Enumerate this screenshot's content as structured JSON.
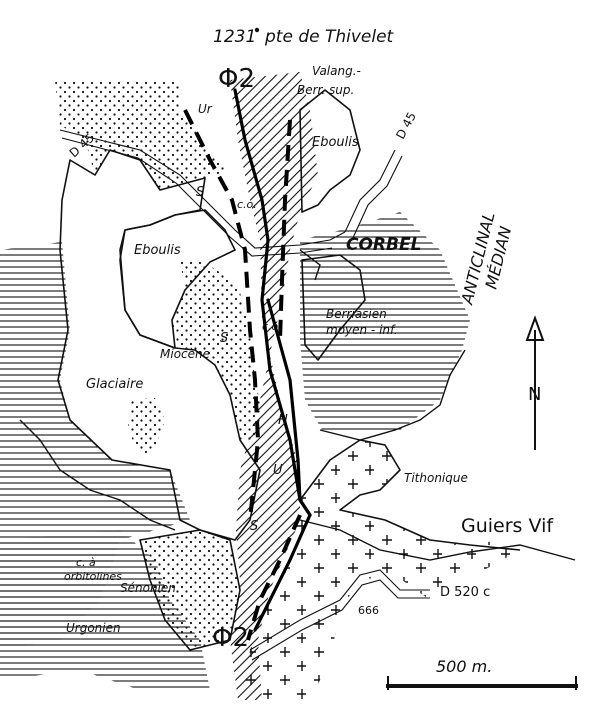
{
  "title": {
    "elevation": "1231",
    "place": "pte de Thivelet"
  },
  "labels": {
    "valanginien": "Valang.-",
    "berriasien_sup": "Berr. sup.",
    "eboulis_top": "Eboulis",
    "eboulis_left": "Eboulis",
    "d45_left": "D 45",
    "d45_right": "D 45",
    "corbel": "CORBEL",
    "anticlinal": "ANTICLINAL",
    "median": "MÉDIAN",
    "berriasien_moyen_1": "Berriasien",
    "berriasien_moyen_2": "moyen - inf.",
    "miocene": "Miocène",
    "glaciaire": "Glaciaire",
    "tithonique": "Tithonique",
    "guiers_vif": "Guiers Vif",
    "orbitolines_1": "c. à",
    "orbitolines_2": "orbitolines",
    "senonien": "Sénonien",
    "urgonien": "Urgonien",
    "d520": "D 520 c",
    "spot_666": "666",
    "scale": "500 m.",
    "north": "N",
    "phi_top": "Φ2",
    "phi_bottom": "Φ2",
    "ur": "Ur",
    "s1": "S",
    "co1": "c.o.",
    "s2": "S",
    "co2": "c.o.",
    "h": "H",
    "u": "U",
    "s3": "S"
  }
}
